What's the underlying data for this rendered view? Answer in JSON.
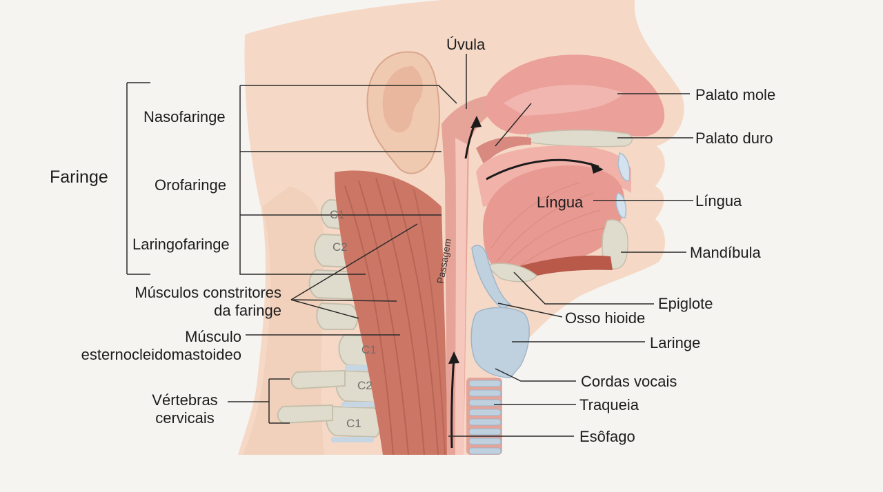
{
  "title": "",
  "labels": {
    "faringe": "Faringe",
    "nasofaringe": "Nasofaringe",
    "orofaringe": "Orofaringe",
    "laringofaringe": "Laringofaringe",
    "musculos_constritores": "Músculos constritores\nda faringe",
    "musculo_ecm": "Músculo\nesternocleidomastoideo",
    "vertebras_cervicais": "Vértebras\ncervicais",
    "uvula": "Úvula",
    "palato_mole": "Palato mole",
    "palato_duro": "Palato duro",
    "lingua_inner": "Língua",
    "lingua": "Língua",
    "mandibula": "Mandíbula",
    "epiglote": "Epiglote",
    "osso_hioide": "Osso hioide",
    "laringe": "Laringe",
    "cordas_vocais": "Cordas vocais",
    "traqueia": "Traqueia",
    "esofago": "Esôfago",
    "passagem": "Passagem"
  },
  "vertebra_labels": [
    "C1",
    "C2",
    "C1",
    "C2",
    "C1"
  ],
  "colors": {
    "skin": "#f5d9c6",
    "skin_shadow": "#ecc3a8",
    "muscle": "#cc7766",
    "muscle_dark": "#a9584a",
    "pharynx_wall": "#e6a397",
    "tongue": "#e89a92",
    "bone": "#e0dccd",
    "cartilage": "#bfd0df",
    "leader": "#2a2a2a"
  }
}
